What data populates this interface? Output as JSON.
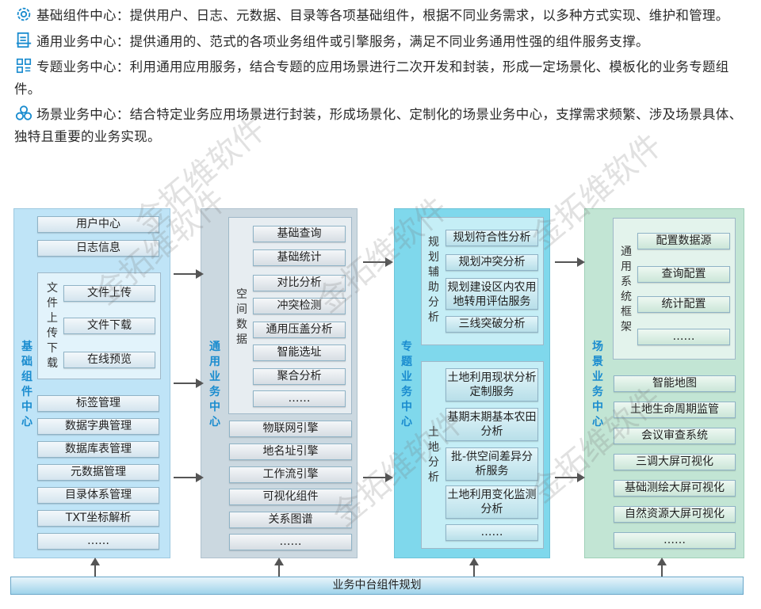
{
  "intro": [
    {
      "icon": "gear-icon",
      "text": "基础组件中心：提供用户、日志、元数据、目录等各项基础组件，根据不同业务需求，以多种方式实现、维护和管理。"
    },
    {
      "icon": "document-icon",
      "text": "通用业务中心：提供通用的、范式的各项业务组件或引擎服务，满足不同业务通用性强的组件服务支撑。"
    },
    {
      "icon": "grid-icon",
      "text": "专题业务中心：利用通用应用服务，结合专题的应用场景进行二次开发和封装，形成一定场景化、模板化的业务专题组件。"
    },
    {
      "icon": "cubes-icon",
      "text": "场景业务中心：结合特定业务应用场景进行封装，形成场景化、定制化的场景业务中心，支撑需求频繁、涉及场景具体、独特且重要的业务实现。"
    }
  ],
  "col1": {
    "label": "基础组件中心",
    "top_items": [
      "用户中心",
      "日志信息"
    ],
    "group": {
      "label": "文件上传下载",
      "items": [
        "文件上传",
        "文件下载",
        "在线预览"
      ]
    },
    "items": [
      "标签管理",
      "数据字典管理",
      "数据库表管理",
      "元数据管理",
      "目录体系管理",
      "TXT坐标解析",
      "……"
    ]
  },
  "col2": {
    "label": "通用业务中心",
    "group": {
      "label": "空间数据",
      "items": [
        "基础查询",
        "基础统计",
        "对比分析",
        "冲突检测",
        "通用压盖分析",
        "智能选址",
        "聚合分析",
        "……"
      ]
    },
    "items": [
      "物联网引擎",
      "地名址引擎",
      "工作流引擎",
      "可视化组件",
      "关系图谱",
      "……"
    ]
  },
  "col3": {
    "label": "专题业务中心",
    "group1": {
      "label": "规划辅助分析",
      "items": [
        "规划符合性分析",
        "规划冲突分析",
        "规划建设区内农用地转用评估服务",
        "三线突破分析"
      ]
    },
    "group2": {
      "label": "土地分析",
      "items": [
        "土地利用现状分析定制服务",
        "基期末期基本农田分析",
        "批-供空间差异分析服务",
        "土地利用变化监测分析",
        "……"
      ]
    }
  },
  "col4": {
    "label": "场景业务中心",
    "group": {
      "label": "通用系统框架",
      "items": [
        "配置数据源",
        "查询配置",
        "统计配置",
        "……"
      ]
    },
    "items": [
      "智能地图",
      "土地生命周期监管",
      "会议审查系统",
      "三调大屏可视化",
      "基础测绘大屏可视化",
      "自然资源大屏可视化",
      "……"
    ]
  },
  "bottom_bar": "业务中台组件规划",
  "watermark": "金拓维软件",
  "colors": {
    "col1": "#bfe4f7",
    "col2": "#cbd8e0",
    "col3": "#7fd8ec",
    "col4": "#c2e5d4",
    "label": "#1a8ccf"
  }
}
